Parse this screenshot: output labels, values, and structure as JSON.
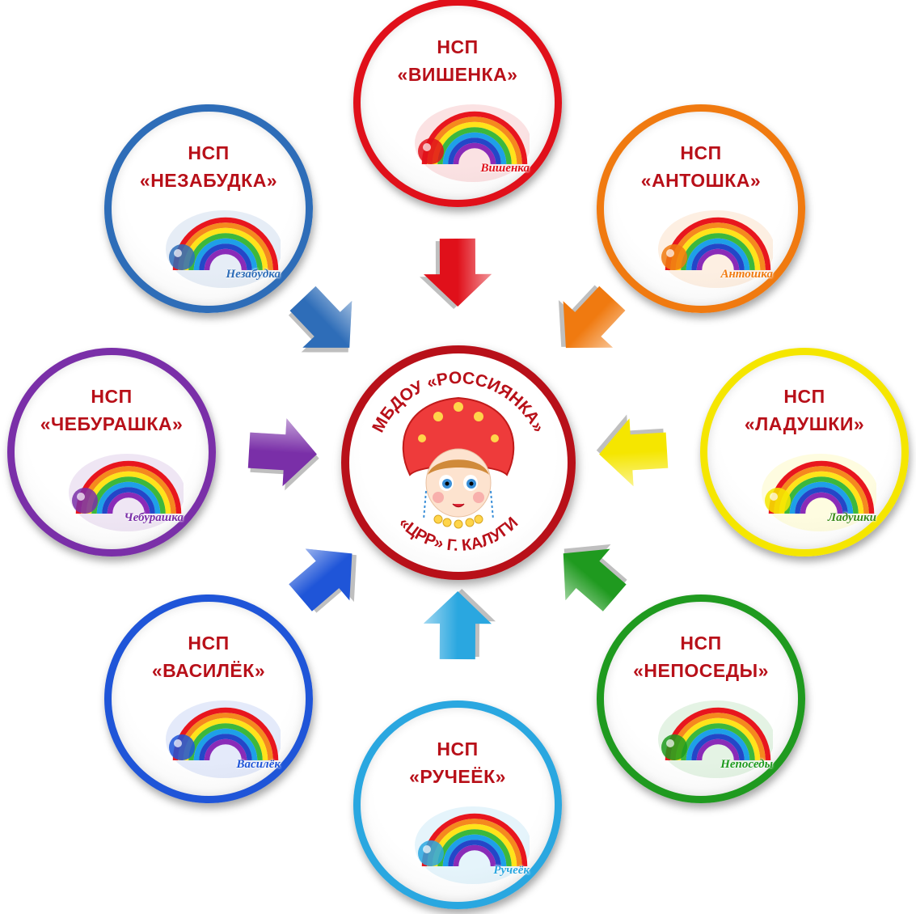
{
  "center": {
    "top_text": "МБДОУ «РОССИЯНКА»",
    "bottom_text": "«ЦРР» Г. КАЛУГИ",
    "color": "#b81019"
  },
  "nodes": [
    {
      "line1": "НСП",
      "line2": "«ВИШЕНКА»",
      "logo_label": "Вишенка",
      "icon": "cherry-icon",
      "color": "#e0101a"
    },
    {
      "line1": "НСП",
      "line2": "«АНТОШКА»",
      "logo_label": "Антошка",
      "icon": "boy-face-icon",
      "color": "#f07a10"
    },
    {
      "line1": "НСП",
      "line2": "«ЛАДУШКИ»",
      "logo_label": "Ладушки",
      "icon": "hands-icon",
      "color": "#f5e600"
    },
    {
      "line1": "НСП",
      "line2": "«НЕПОСЕДЫ»",
      "logo_label": "Непоседы",
      "icon": "girl-icon",
      "color": "#1f9a1f"
    },
    {
      "line1": "НСП",
      "line2": "«РУЧЕЁК»",
      "logo_label": "Ручеёк",
      "icon": "wave-icon",
      "color": "#2aa7e0"
    },
    {
      "line1": "НСП",
      "line2": "«ВАСИЛЁК»",
      "logo_label": "Василёк",
      "icon": "cornflower-icon",
      "color": "#1f55d8"
    },
    {
      "line1": "НСП",
      "line2": "«ЧЕБУРАШКА»",
      "logo_label": "Чебурашка",
      "icon": "cheburashka-icon",
      "color": "#7a2fa8"
    },
    {
      "line1": "НСП",
      "line2": "«НЕЗАБУДКА»",
      "logo_label": "Незабудка",
      "icon": "forget-me-not-icon",
      "color": "#2e6db8"
    }
  ],
  "title_color": "#b81019"
}
